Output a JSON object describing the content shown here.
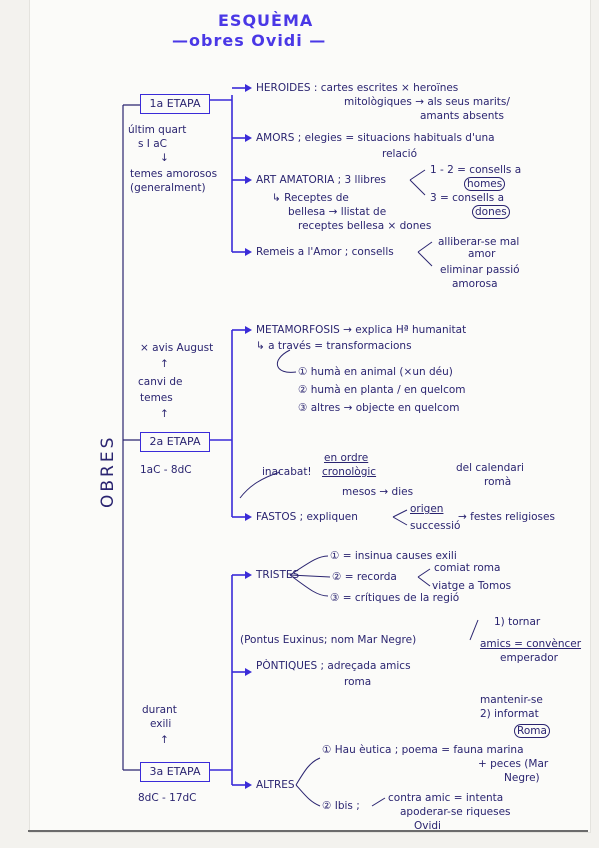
{
  "title": "ESQUÈMA",
  "subtitle": "—obres Ovidi —",
  "obres": "OBRES",
  "etapa1": {
    "label": "1a ETAPA",
    "side": [
      "últim quart",
      "s I aC",
      "↓",
      "temes amorosos",
      "(generalment)"
    ],
    "works": {
      "heroides_1": "HEROIDES : cartes escrites × heroïnes",
      "heroides_2": "mitològiques → als seus marits/",
      "heroides_3": "amants absents",
      "amors_1": "AMORS ; elegies = situacions habituals d'una",
      "amors_2": "relació",
      "art_1": "ART AMATORIA ; 3 llibres",
      "art_a": "1 - 2 = consells a",
      "art_a2": "homes",
      "art_b": "3 = consells a",
      "art_b2": "dones",
      "art_c1": "↳ Receptes de",
      "art_c2": "bellesa → llistat de",
      "art_c3": "receptes bellesa × dones",
      "remeis_1": "Remeis a l'Amor ; consells",
      "remeis_a": "alliberar-se mal",
      "remeis_a2": "amor",
      "remeis_b": "eliminar passió",
      "remeis_b2": "amorosa"
    }
  },
  "etapa2": {
    "label": "2a ETAPA",
    "date": "1aC - 8dC",
    "side": [
      "× avis August",
      "↑",
      "canvi de",
      "temes",
      "↑"
    ],
    "works": {
      "meta_1": "METAMORFOSIS → explica Hª humanitat",
      "meta_2": "↳ a través = transformacions",
      "meta_i1": "① humà en animal (×un déu)",
      "meta_i2": "② humà en planta / en quelcom",
      "meta_i3": "③ altres → objecte en quelcom",
      "inacabat": "inacabat!",
      "ordre_1": "en ordre",
      "ordre_2": "cronològic",
      "mesos": "mesos → dies",
      "calendari_1": "del calendari",
      "calendari_2": "romà",
      "fastos": "FASTOS ; expliquen",
      "origen_1": "origen",
      "origen_2": "successió",
      "festes": "→ festes religioses"
    }
  },
  "etapa3": {
    "label": "3a ETAPA",
    "date": "8dC - 17dC",
    "side": [
      "durant",
      "exili",
      "↑"
    ],
    "works": {
      "tristes": "TRISTES",
      "tr_1": "① = insinua causes exili",
      "tr_2": "② = recorda",
      "tr_2a": "comiat roma",
      "tr_2b": "viatge a Tomos",
      "tr_3": "③ = crítiques de la regió",
      "pontus": "(Pontus Euxinus; nom Mar Negre)",
      "pontiques_1": "PÒNTIQUES ; adreçada amics",
      "pontiques_2": "roma",
      "p_1": "1) tornar",
      "p_2": "amics = convèncer",
      "p_3": "emperador",
      "p_4": "mantenir-se",
      "p_5": "2) informat",
      "p_6": "Roma",
      "altres": "ALTRES",
      "alt_1": "① Hau èutica ; poema = fauna marina",
      "alt_1b": "+ peces (Mar",
      "alt_1c": "Negre)",
      "alt_2": "② Ibis ;",
      "alt_2a": "contra amic = intenta",
      "alt_2b": "apoderar-se riqueses",
      "alt_2c": "Ovidi"
    }
  }
}
